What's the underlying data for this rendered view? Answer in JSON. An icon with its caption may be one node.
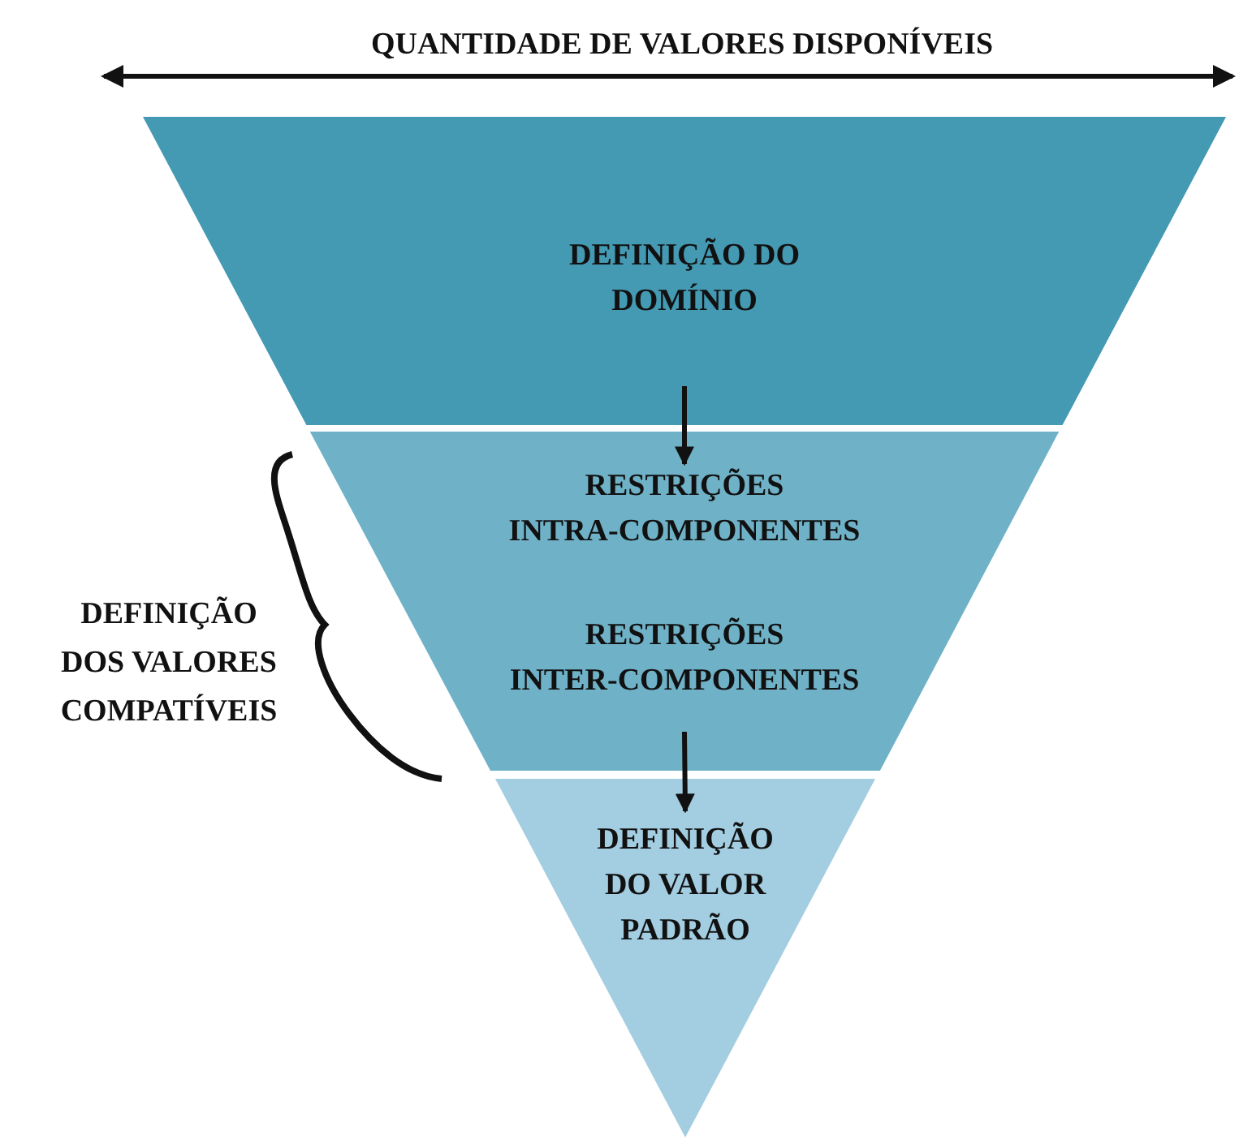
{
  "diagram": {
    "nodes": [
      {
        "text": [
          "DEFINIÇÃO DO DOMÍNIO"
        ]
      },
      {
        "text": [
          "RESTRIÇÕES INTRA-COMPONENTES",
          "RESTRIÇÕES INTER-COMPONENTES"
        ]
      },
      {
        "text": [
          "DEFINIÇÃO DO VALOR PADRÃO"
        ]
      }
    ],
    "edges": [
      {
        "from": 0,
        "to": 1,
        "arrow": "to"
      },
      {
        "from": 1,
        "to": 2,
        "arrow": "to"
      }
    ],
    "labels": [
      "QUANTIDADE DE VALORES DISPONÍVEIS",
      "DEFINIÇÃO DOS VALORES COMPATÍVEIS"
    ]
  }
}
